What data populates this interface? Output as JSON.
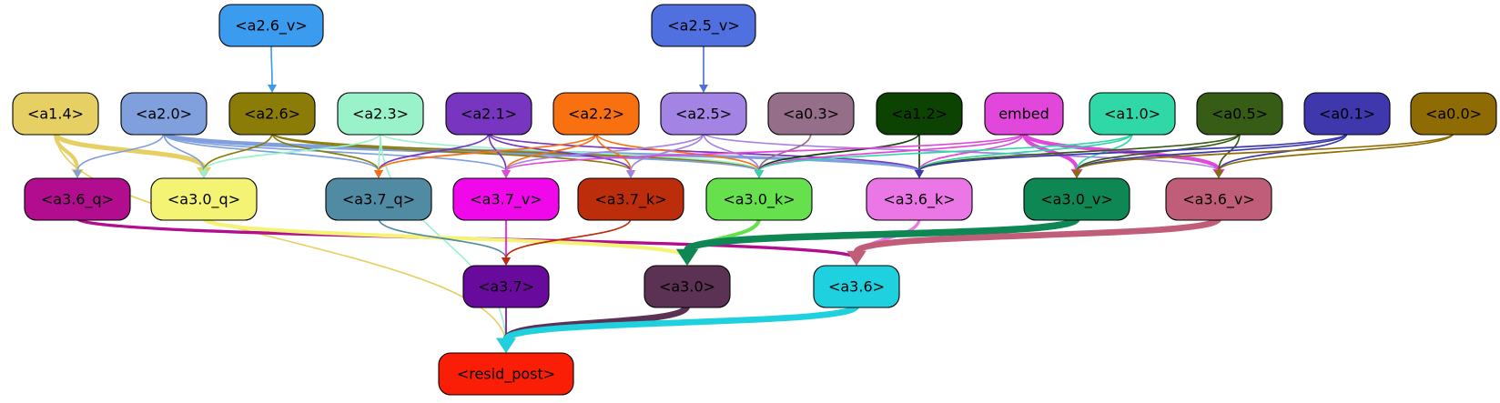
{
  "nodes": [
    {
      "id": "a2.6_v",
      "label": "<a2.6_v>",
      "fill": "#3b9bef",
      "text": "#000000"
    },
    {
      "id": "a2.5_v",
      "label": "<a2.5_v>",
      "fill": "#5070e0",
      "text": "#000000"
    },
    {
      "id": "a1.4",
      "label": "<a1.4>",
      "fill": "#e6d063",
      "text": "#000000"
    },
    {
      "id": "a2.0",
      "label": "<a2.0>",
      "fill": "#7f9fdd",
      "text": "#000000"
    },
    {
      "id": "a2.6",
      "label": "<a2.6>",
      "fill": "#8b7c08",
      "text": "#000000"
    },
    {
      "id": "a2.3",
      "label": "<a2.3>",
      "fill": "#9af2cb",
      "text": "#000000"
    },
    {
      "id": "a2.1",
      "label": "<a2.1>",
      "fill": "#7835c0",
      "text": "#000000"
    },
    {
      "id": "a2.2",
      "label": "<a2.2>",
      "fill": "#f8700f",
      "text": "#000000"
    },
    {
      "id": "a2.5",
      "label": "<a2.5>",
      "fill": "#a383e3",
      "text": "#000000"
    },
    {
      "id": "a0.3",
      "label": "<a0.3>",
      "fill": "#956f89",
      "text": "#000000"
    },
    {
      "id": "a1.2",
      "label": "<a1.2>",
      "fill": "#0c4303",
      "text": "#000000"
    },
    {
      "id": "embed",
      "label": "embed",
      "fill": "#e047da",
      "text": "#000000"
    },
    {
      "id": "a1.0",
      "label": "<a1.0>",
      "fill": "#2fd8a6",
      "text": "#000000"
    },
    {
      "id": "a0.5",
      "label": "<a0.5>",
      "fill": "#375c16",
      "text": "#000000"
    },
    {
      "id": "a0.1",
      "label": "<a0.1>",
      "fill": "#3e38ac",
      "text": "#000000"
    },
    {
      "id": "a0.0",
      "label": "<a0.0>",
      "fill": "#8f6c03",
      "text": "#000000"
    },
    {
      "id": "a3.6_q",
      "label": "<a3.6_q>",
      "fill": "#b20d8f",
      "text": "#000000"
    },
    {
      "id": "a3.0_q",
      "label": "<a3.0_q>",
      "fill": "#f4f374",
      "text": "#000000"
    },
    {
      "id": "a3.7_q",
      "label": "<a3.7_q>",
      "fill": "#508ba3",
      "text": "#000000"
    },
    {
      "id": "a3.7_v",
      "label": "<a3.7_v>",
      "fill": "#f008ea",
      "text": "#000000"
    },
    {
      "id": "a3.7_k",
      "label": "<a3.7_k>",
      "fill": "#bb2d0b",
      "text": "#000000"
    },
    {
      "id": "a3.0_k",
      "label": "<a3.0_k>",
      "fill": "#67e04e",
      "text": "#000000"
    },
    {
      "id": "a3.6_k",
      "label": "<a3.6_k>",
      "fill": "#eb77e7",
      "text": "#000000"
    },
    {
      "id": "a3.0_v",
      "label": "<a3.0_v>",
      "fill": "#0e8754",
      "text": "#000000"
    },
    {
      "id": "a3.6_v",
      "label": "<a3.6_v>",
      "fill": "#c05d78",
      "text": "#000000"
    },
    {
      "id": "a3.7",
      "label": "<a3.7>",
      "fill": "#680a9b",
      "text": "#000000"
    },
    {
      "id": "a3.0",
      "label": "<a3.0>",
      "fill": "#5b3154",
      "text": "#000000"
    },
    {
      "id": "a3.6",
      "label": "<a3.6>",
      "fill": "#1fd1df",
      "text": "#000000"
    },
    {
      "id": "resid_post",
      "label": "<resid_post>",
      "fill": "#fb1e06",
      "text": "#000000"
    }
  ],
  "edges": [
    {
      "from": "a2.6_v",
      "to": "a2.6",
      "color": "#3b9bef",
      "weight": 1
    },
    {
      "from": "a2.5_v",
      "to": "a2.5",
      "color": "#5070e0",
      "weight": 1
    },
    {
      "from": "a1.4",
      "to": "a3.6_q",
      "color": "#e6d063",
      "weight": 4
    },
    {
      "from": "a1.4",
      "to": "a3.0_q",
      "color": "#e6d063",
      "weight": 5
    },
    {
      "from": "a1.4",
      "to": "resid_post",
      "color": "#e6d063",
      "weight": 1
    },
    {
      "from": "a2.0",
      "to": "a3.6_q",
      "color": "#7f9fdd",
      "weight": 1
    },
    {
      "from": "a2.0",
      "to": "a3.0_q",
      "color": "#7f9fdd",
      "weight": 1
    },
    {
      "from": "a2.0",
      "to": "a3.7_q",
      "color": "#7f9fdd",
      "weight": 1
    },
    {
      "from": "a2.0",
      "to": "a3.7_v",
      "color": "#7f9fdd",
      "weight": 1
    },
    {
      "from": "a2.0",
      "to": "a3.0_k",
      "color": "#7f9fdd",
      "weight": 3
    },
    {
      "from": "a2.0",
      "to": "a3.6_k",
      "color": "#7f9fdd",
      "weight": 3
    },
    {
      "from": "a2.6",
      "to": "a3.0_q",
      "color": "#8b7c08",
      "weight": 1
    },
    {
      "from": "a2.6",
      "to": "a3.7_q",
      "color": "#8b7c08",
      "weight": 1
    },
    {
      "from": "a2.6",
      "to": "a3.7_k",
      "color": "#8b7c08",
      "weight": 1
    },
    {
      "from": "a2.6",
      "to": "a3.0_k",
      "color": "#8b7c08",
      "weight": 1
    },
    {
      "from": "a2.3",
      "to": "a3.0_q",
      "color": "#9af2cb",
      "weight": 1
    },
    {
      "from": "a2.3",
      "to": "a3.7_q",
      "color": "#9af2cb",
      "weight": 1
    },
    {
      "from": "a2.3",
      "to": "a3.0_k",
      "color": "#9af2cb",
      "weight": 1
    },
    {
      "from": "a2.3",
      "to": "resid_post",
      "color": "#9af2cb",
      "weight": 1
    },
    {
      "from": "a2.1",
      "to": "a3.7_q",
      "color": "#7835c0",
      "weight": 1
    },
    {
      "from": "a2.1",
      "to": "a3.7_v",
      "color": "#7835c0",
      "weight": 1
    },
    {
      "from": "a2.1",
      "to": "a3.7_k",
      "color": "#7835c0",
      "weight": 1
    },
    {
      "from": "a2.1",
      "to": "a3.6_k",
      "color": "#7835c0",
      "weight": 1
    },
    {
      "from": "a2.2",
      "to": "a3.7_q",
      "color": "#f8700f",
      "weight": 1
    },
    {
      "from": "a2.2",
      "to": "a3.7_v",
      "color": "#f8700f",
      "weight": 1
    },
    {
      "from": "a2.2",
      "to": "a3.7_k",
      "color": "#f8700f",
      "weight": 1
    },
    {
      "from": "a2.2",
      "to": "a3.0_k",
      "color": "#f8700f",
      "weight": 1
    },
    {
      "from": "a2.5",
      "to": "a3.7_v",
      "color": "#a383e3",
      "weight": 1
    },
    {
      "from": "a2.5",
      "to": "a3.7_k",
      "color": "#a383e3",
      "weight": 1
    },
    {
      "from": "a2.5",
      "to": "a3.0_k",
      "color": "#a383e3",
      "weight": 1
    },
    {
      "from": "a2.5",
      "to": "a3.6_v",
      "color": "#a383e3",
      "weight": 1
    },
    {
      "from": "a0.3",
      "to": "a3.0_k",
      "color": "#956f89",
      "weight": 1
    },
    {
      "from": "a1.2",
      "to": "a3.0_k",
      "color": "#0c4303",
      "weight": 1
    },
    {
      "from": "a1.2",
      "to": "a3.6_k",
      "color": "#0c4303",
      "weight": 1
    },
    {
      "from": "embed",
      "to": "a3.7_v",
      "color": "#e047da",
      "weight": 1
    },
    {
      "from": "embed",
      "to": "a3.0_k",
      "color": "#e047da",
      "weight": 1
    },
    {
      "from": "embed",
      "to": "a3.6_k",
      "color": "#e047da",
      "weight": 1
    },
    {
      "from": "embed",
      "to": "a3.0_v",
      "color": "#e047da",
      "weight": 4
    },
    {
      "from": "embed",
      "to": "a3.6_v",
      "color": "#e047da",
      "weight": 4
    },
    {
      "from": "a1.0",
      "to": "a3.0_k",
      "color": "#2fd8a6",
      "weight": 1
    },
    {
      "from": "a1.0",
      "to": "a3.6_k",
      "color": "#2fd8a6",
      "weight": 1
    },
    {
      "from": "a1.0",
      "to": "a3.0_v",
      "color": "#2fd8a6",
      "weight": 1
    },
    {
      "from": "a0.5",
      "to": "a3.6_k",
      "color": "#375c16",
      "weight": 1
    },
    {
      "from": "a0.5",
      "to": "a3.0_v",
      "color": "#375c16",
      "weight": 1
    },
    {
      "from": "a0.5",
      "to": "a3.6_v",
      "color": "#375c16",
      "weight": 1
    },
    {
      "from": "a0.1",
      "to": "a3.6_k",
      "color": "#3e38ac",
      "weight": 1
    },
    {
      "from": "a0.1",
      "to": "a3.0_v",
      "color": "#3e38ac",
      "weight": 1
    },
    {
      "from": "a0.1",
      "to": "a3.6_v",
      "color": "#3e38ac",
      "weight": 1
    },
    {
      "from": "a0.0",
      "to": "a3.0_v",
      "color": "#8f6c03",
      "weight": 1
    },
    {
      "from": "a0.0",
      "to": "a3.6_v",
      "color": "#8f6c03",
      "weight": 1
    },
    {
      "from": "a3.6_q",
      "to": "a3.6",
      "color": "#b20d8f",
      "weight": 3
    },
    {
      "from": "a3.0_q",
      "to": "a3.0",
      "color": "#f4f374",
      "weight": 4
    },
    {
      "from": "a3.7_q",
      "to": "a3.7",
      "color": "#508ba3",
      "weight": 1
    },
    {
      "from": "a3.7_v",
      "to": "a3.7",
      "color": "#f008ea",
      "weight": 1
    },
    {
      "from": "a3.7_k",
      "to": "a3.7",
      "color": "#bb2d0b",
      "weight": 1
    },
    {
      "from": "a3.0_k",
      "to": "a3.0",
      "color": "#67e04e",
      "weight": 4
    },
    {
      "from": "a3.6_k",
      "to": "a3.6",
      "color": "#eb77e7",
      "weight": 3
    },
    {
      "from": "a3.0_v",
      "to": "a3.0",
      "color": "#0e8754",
      "weight": 8
    },
    {
      "from": "a3.6_v",
      "to": "a3.6",
      "color": "#c05d78",
      "weight": 7
    },
    {
      "from": "a3.7",
      "to": "resid_post",
      "color": "#680a9b",
      "weight": 1
    },
    {
      "from": "a3.0",
      "to": "resid_post",
      "color": "#5b3154",
      "weight": 7
    },
    {
      "from": "a3.6",
      "to": "resid_post",
      "color": "#1fd1df",
      "weight": 7
    }
  ]
}
